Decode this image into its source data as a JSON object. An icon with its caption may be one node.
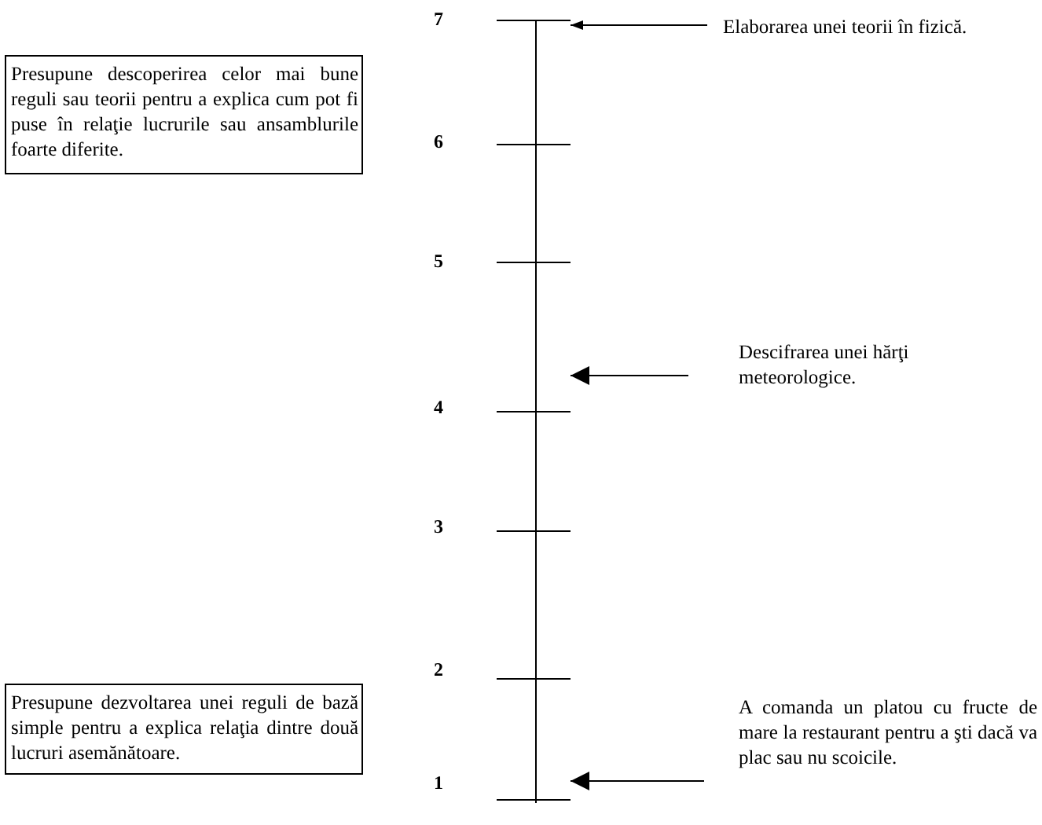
{
  "diagram": {
    "nodes": [
      {
        "text": [
          "Elaborarea unei teorii în fizică."
        ]
      },
      {
        "text": [
          "Presupune descoperirea celor mai bune reguli sau teorii pentru a explica cum pot fi puse în relaţie lucrurile sau ansamblurile foarte diferite."
        ]
      },
      {
        "text": [
          "Descifrarea unei hărţi meteorologice."
        ]
      },
      {
        "text": [
          "Presupune dezvoltarea unei reguli de bază simple pentru a explica relaţia dintre două lucruri asemănătoare."
        ]
      },
      {
        "text": [
          "A comanda un platou cu fructe de mare la restaurant pentru a şti dacă va plac sau nu scoicile."
        ]
      },
      {
        "text": [],
        "shape": "bar"
      }
    ],
    "edges": [
      {
        "from": 0,
        "to": 5,
        "arrow": "to"
      },
      {
        "from": 2,
        "to": 5,
        "arrow": "to"
      },
      {
        "from": 4,
        "to": 5,
        "arrow": "to"
      }
    ],
    "labels": [
      "7",
      "6",
      "5",
      "4",
      "3",
      "2",
      "1"
    ]
  }
}
